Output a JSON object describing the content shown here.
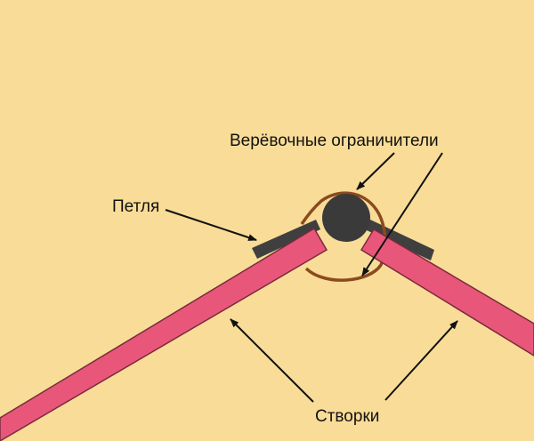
{
  "labels": {
    "rope_limiters": "Верёвочные ограничители",
    "hinge": "Петля",
    "leaves": "Створки"
  },
  "colors": {
    "background": "#f9dc97",
    "leaf_fill": "#e8577a",
    "leaf_stroke": "#7a2b3c",
    "hinge_plate": "#3f3f3f",
    "hinge_pin": "#3a3a3a",
    "rope": "#8a4a1e",
    "arrow": "#111111",
    "text": "#111111"
  }
}
